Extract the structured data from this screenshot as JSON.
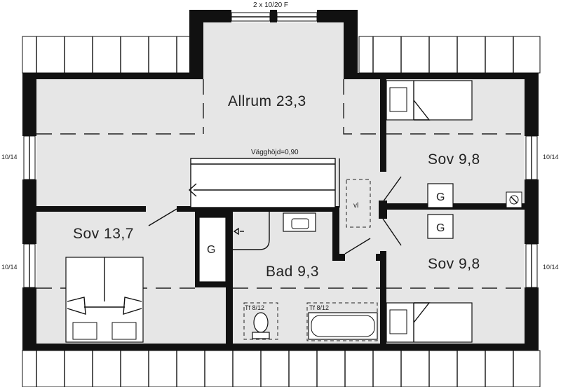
{
  "rooms": {
    "allrum": "Allrum 23,3",
    "sov_left": "Sov 13,7",
    "sov_right_top": "Sov 9,8",
    "sov_right_bottom": "Sov 9,8",
    "bad": "Bad 9,3"
  },
  "annotations": {
    "wall_height": "Vägghöjd=0,90",
    "top_window": "2 x 10/20 F",
    "window_left_upper": "10/14",
    "window_left_lower": "10/14",
    "window_right_upper": "10/14",
    "window_right_lower": "10/14",
    "vent": "vl",
    "wardrobe_g": "G",
    "tf_left": "Tf 8/12",
    "tf_right": "Tf 8/12"
  }
}
